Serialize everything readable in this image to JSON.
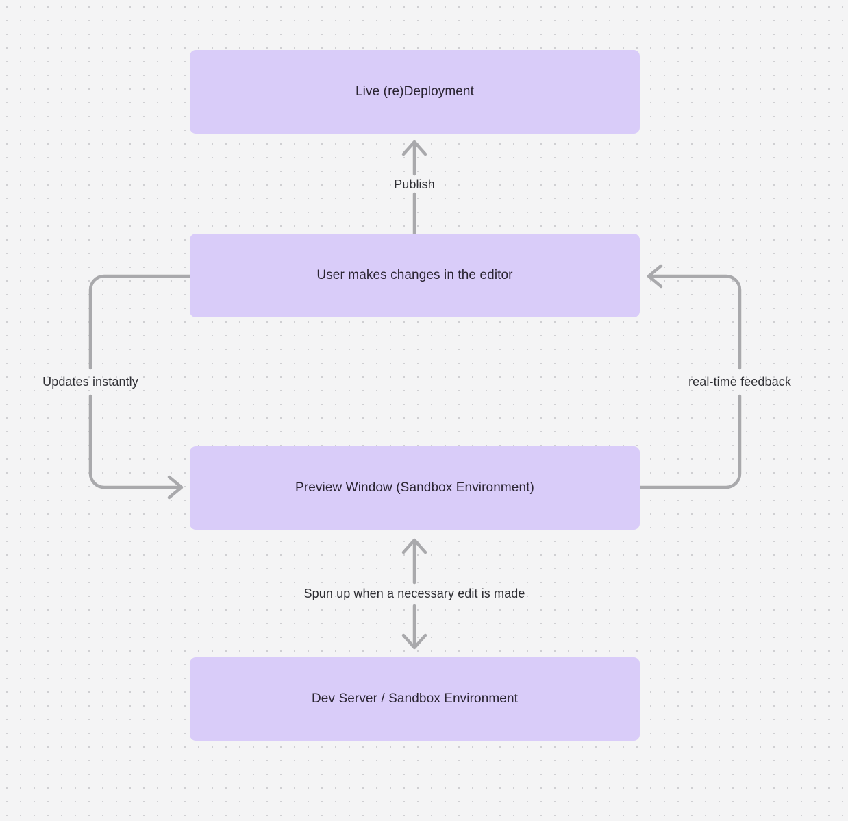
{
  "canvas": {
    "background_color": "#f4f4f5",
    "dot_color": "#cfcfd2",
    "node_fill": "#d9ccf9",
    "node_text_color": "#2a2431",
    "edge_color": "#a9a9ac",
    "edge_label_color": "#2e2e33"
  },
  "nodes": [
    {
      "id": "live-deployment",
      "label": "Live (re)Deployment"
    },
    {
      "id": "user-edits",
      "label": "User makes changes in the editor"
    },
    {
      "id": "preview-window",
      "label": "Preview Window (Sandbox Environment)"
    },
    {
      "id": "dev-server",
      "label": "Dev Server / Sandbox Environment"
    }
  ],
  "edges": [
    {
      "id": "publish",
      "label": "Publish",
      "from": "user-edits",
      "to": "live-deployment",
      "direction": "up"
    },
    {
      "id": "updates-instantly",
      "label": "Updates instantly",
      "from": "user-edits",
      "to": "preview-window",
      "direction": "down-left-loop"
    },
    {
      "id": "real-time-feedback",
      "label": "real-time feedback",
      "from": "preview-window",
      "to": "user-edits",
      "direction": "up-right-loop"
    },
    {
      "id": "spun-up",
      "label": "Spun up when a necessary edit is made",
      "from": "preview-window",
      "to": "dev-server",
      "direction": "bidirectional"
    }
  ]
}
